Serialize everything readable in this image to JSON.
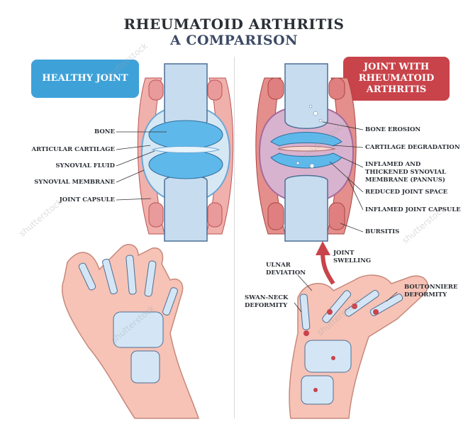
{
  "title_line1": "RHEUMATOID ARTHRITIS",
  "title_line2": "A COMPARISON",
  "healthy_badge": "HEALTHY JOINT",
  "ra_badge": "JOINT WITH RHEUMATOID ARTHRITIS",
  "healthy_labels": {
    "bone": "BONE",
    "cartilage": "ARTICULAR CARTILAGE",
    "fluid": "SYNOVIAL FLUID",
    "membrane": "SYNOVIAL MEMBRANE",
    "capsule": "JOINT CAPSULE"
  },
  "ra_labels": {
    "erosion": "BONE EROSION",
    "degradation": "CARTILAGE DEGRADATION",
    "pannus": "INFLAMED AND THICKENED SYNOVIAL MEMBRANE (PANNUS)",
    "space": "REDUCED JOINT SPACE",
    "capsule": "INFLAMED JOINT CAPSULE",
    "bursitis": "BURSITIS"
  },
  "hand_labels": {
    "ulnar": "ULNAR DEVIATION",
    "swelling": "JOINT SWELLING",
    "swan": "SWAN-NECK DEFORMITY",
    "boutonniere": "BOUTONNIERE DEFORMITY"
  },
  "watermark": "shutterstock",
  "colors": {
    "healthy_blue": "#3ea2d9",
    "ra_red": "#c9434a",
    "bone": "#c7dcef",
    "cartilage": "#5fb8ea",
    "skin": "#f6c3b6",
    "capsule": "#e8a0a0"
  }
}
